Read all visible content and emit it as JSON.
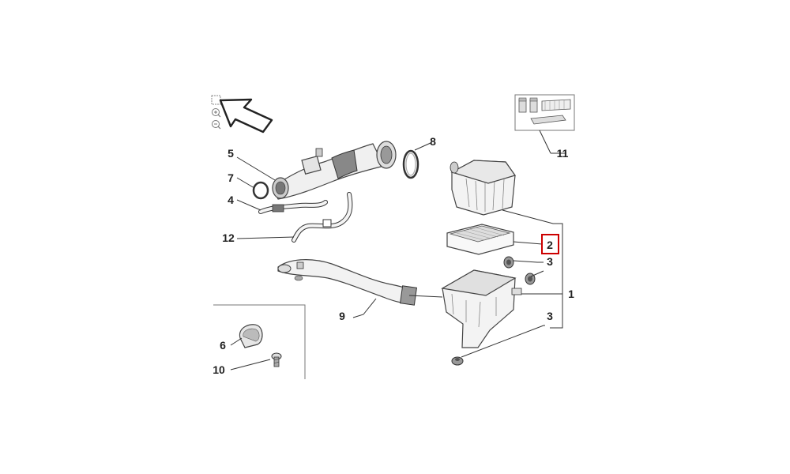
{
  "diagram": {
    "highlight_color": "#cc0000",
    "ink_color": "#333333",
    "callouts": {
      "c5": "5",
      "c7": "7",
      "c4": "4",
      "c12": "12",
      "c8": "8",
      "c9": "9",
      "c11": "11",
      "c2": "2",
      "c3a": "3",
      "c1": "1",
      "c3b": "3",
      "c6": "6",
      "c10": "10"
    },
    "selected_callout": "2",
    "parts": [
      "intake-hose",
      "intake-clamp",
      "sensor-ring",
      "breather-pipe",
      "vent-pipe",
      "hose-clamp",
      "air-duct",
      "filter-housing-cover",
      "air-filter-element",
      "rubber-grommet",
      "filter-housing-base",
      "clip",
      "screw",
      "filter-kit"
    ]
  },
  "toolbar": {
    "icons": [
      "fullscreen-icon",
      "zoom-in-icon",
      "zoom-out-icon",
      "direction-arrow-icon"
    ]
  }
}
